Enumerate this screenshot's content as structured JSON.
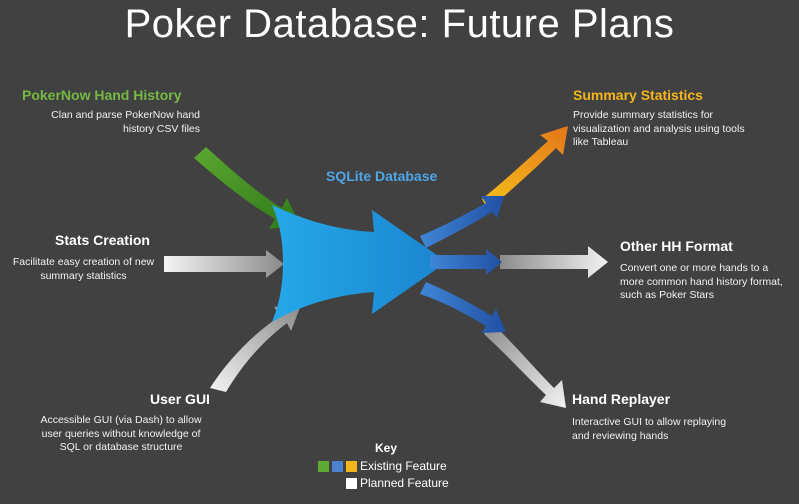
{
  "title": "Poker Database: Future Plans",
  "colors": {
    "background": "#414141",
    "green": "#5eaa33",
    "blue": "#4b83d1",
    "orange": "#f2b51a",
    "white": "#ffffff",
    "center_arrow": "#1f9fe0"
  },
  "center": {
    "label": "SQLite Database"
  },
  "inputs": [
    {
      "title": "PokerNow Hand History",
      "desc": [
        "Clan and parse PokerNow  hand",
        "history CSV files"
      ],
      "status": "existing"
    },
    {
      "title": "Stats Creation",
      "desc": [
        "Facilitate easy creation of new",
        "summary statistics"
      ],
      "status": "planned"
    },
    {
      "title": "User GUI",
      "desc": [
        "Accessible GUI (via Dash) to allow",
        "user queries without knowledge of",
        "SQL or database structure"
      ],
      "status": "planned"
    }
  ],
  "outputs": [
    {
      "title": "Summary Statistics",
      "desc": [
        "Provide summary statistics for",
        "visualization and analysis using tools",
        "like Tableau"
      ],
      "status": "existing"
    },
    {
      "title": "Other HH Format",
      "desc": [
        "Convert one or more hands to a",
        "more common hand history format,",
        "such as Poker Stars"
      ],
      "status": "planned"
    },
    {
      "title": "Hand Replayer",
      "desc": [
        "Interactive GUI to allow replaying",
        "and reviewing hands"
      ],
      "status": "planned"
    }
  ],
  "key": {
    "title": "Key",
    "existing": "Existing Feature",
    "planned": "Planned Feature"
  }
}
